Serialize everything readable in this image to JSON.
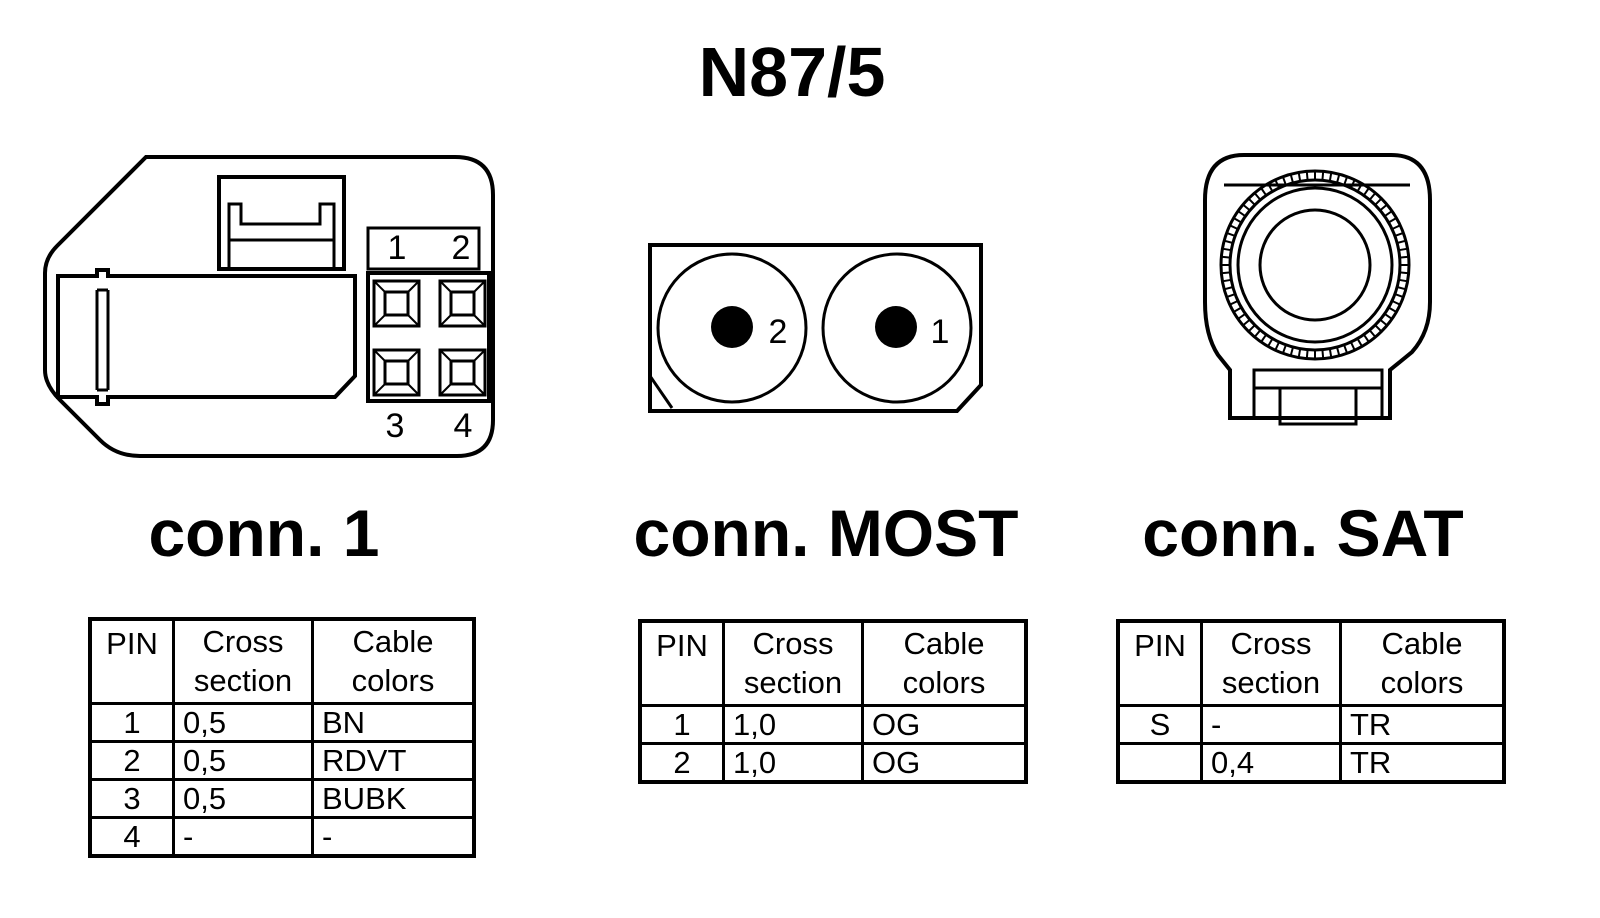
{
  "title": "N87/5",
  "headers": {
    "pin": "PIN",
    "cross_line1": "Cross",
    "cross_line2": "section",
    "cable_line1": "Cable",
    "cable_line2": "colors"
  },
  "connectors": [
    {
      "name": "conn. 1",
      "pin_labels": [
        "1",
        "2",
        "3",
        "4"
      ],
      "rows": [
        {
          "pin": "1",
          "cross": "0,5",
          "color": "BN"
        },
        {
          "pin": "2",
          "cross": "0,5",
          "color": "RDVT"
        },
        {
          "pin": "3",
          "cross": "0,5",
          "color": "BUBK"
        },
        {
          "pin": "4",
          "cross": "-",
          "color": "-"
        }
      ]
    },
    {
      "name": "conn. MOST",
      "pin_labels": [
        "2",
        "1"
      ],
      "rows": [
        {
          "pin": "1",
          "cross": "1,0",
          "color": "OG"
        },
        {
          "pin": "2",
          "cross": "1,0",
          "color": "OG"
        }
      ]
    },
    {
      "name": "conn. SAT",
      "rows": [
        {
          "pin": "S",
          "cross": "-",
          "color": "TR"
        },
        {
          "pin": "",
          "cross": "0,4",
          "color": "TR"
        }
      ]
    }
  ]
}
